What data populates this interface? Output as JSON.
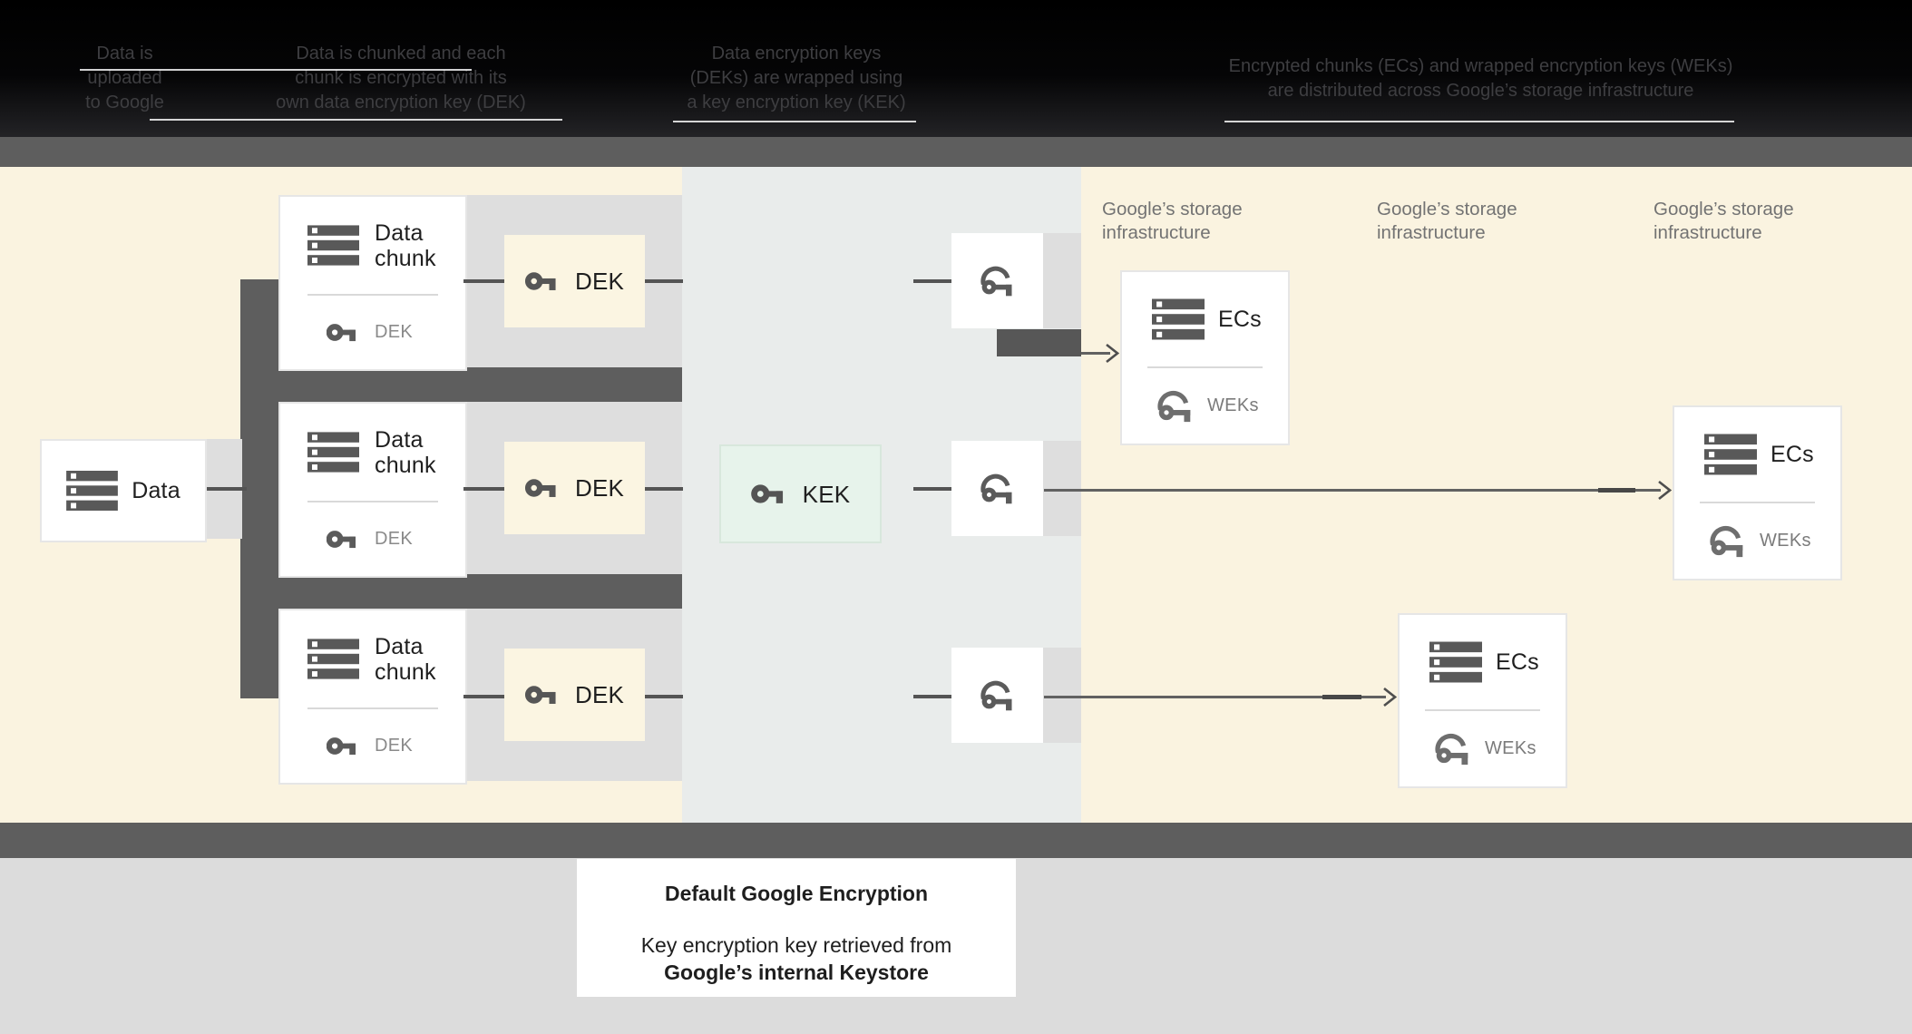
{
  "header": {
    "steps": [
      {
        "lines": [
          "Data is",
          "uploaded",
          "to Google"
        ]
      },
      {
        "lines": [
          "Data is chunked and each",
          "chunk is encrypted with its",
          "own data encryption key (DEK)"
        ]
      },
      {
        "lines": [
          "Data encryption keys",
          "(DEKs) are wrapped using",
          "a key encryption key (KEK)"
        ]
      },
      {
        "lines": [
          "Encrypted chunks (ECs) and wrapped encryption keys (WEKs)",
          "are distributed across Google’s storage infrastructure"
        ]
      }
    ]
  },
  "diagram": {
    "data_box": {
      "label": "Data"
    },
    "rows": [
      {
        "chunk_line1": "Data",
        "chunk_line2": "chunk",
        "chunk_key_label": "DEK",
        "dek_label": "DEK"
      },
      {
        "chunk_line1": "Data",
        "chunk_line2": "chunk",
        "chunk_key_label": "DEK",
        "dek_label": "DEK"
      },
      {
        "chunk_line1": "Data",
        "chunk_line2": "chunk",
        "chunk_key_label": "DEK",
        "dek_label": "DEK"
      }
    ],
    "kek_box": {
      "label": "KEK"
    },
    "storage_labels": [
      {
        "line1": "Google’s storage",
        "line2": "infrastructure"
      },
      {
        "line1": "Google’s storage",
        "line2": "infrastructure"
      },
      {
        "line1": "Google’s storage",
        "line2": "infrastructure"
      }
    ],
    "ec_boxes": [
      {
        "title": "ECs",
        "key_label": "WEKs"
      },
      {
        "title": "ECs",
        "key_label": "WEKs"
      },
      {
        "title": "ECs",
        "key_label": "WEKs"
      }
    ],
    "icons": {
      "data": "server-stack-icon",
      "dek": "key-icon",
      "kek": "key-icon",
      "wrapped_key": "wrapped-key-icon"
    },
    "colors": {
      "cream_background": "#faf3e0",
      "kek_column_background": "#e9eceb",
      "dark_gray": "#5e5e5e",
      "band_gray": "#dedede",
      "kek_green": "#e7f3eb",
      "dek_cream": "#fbf5e2",
      "header_black": "#0a0a0a"
    }
  },
  "caption": {
    "title": "Default Google Encryption",
    "line1": "Key encryption key retrieved from",
    "line2": "Google’s internal Keystore"
  }
}
